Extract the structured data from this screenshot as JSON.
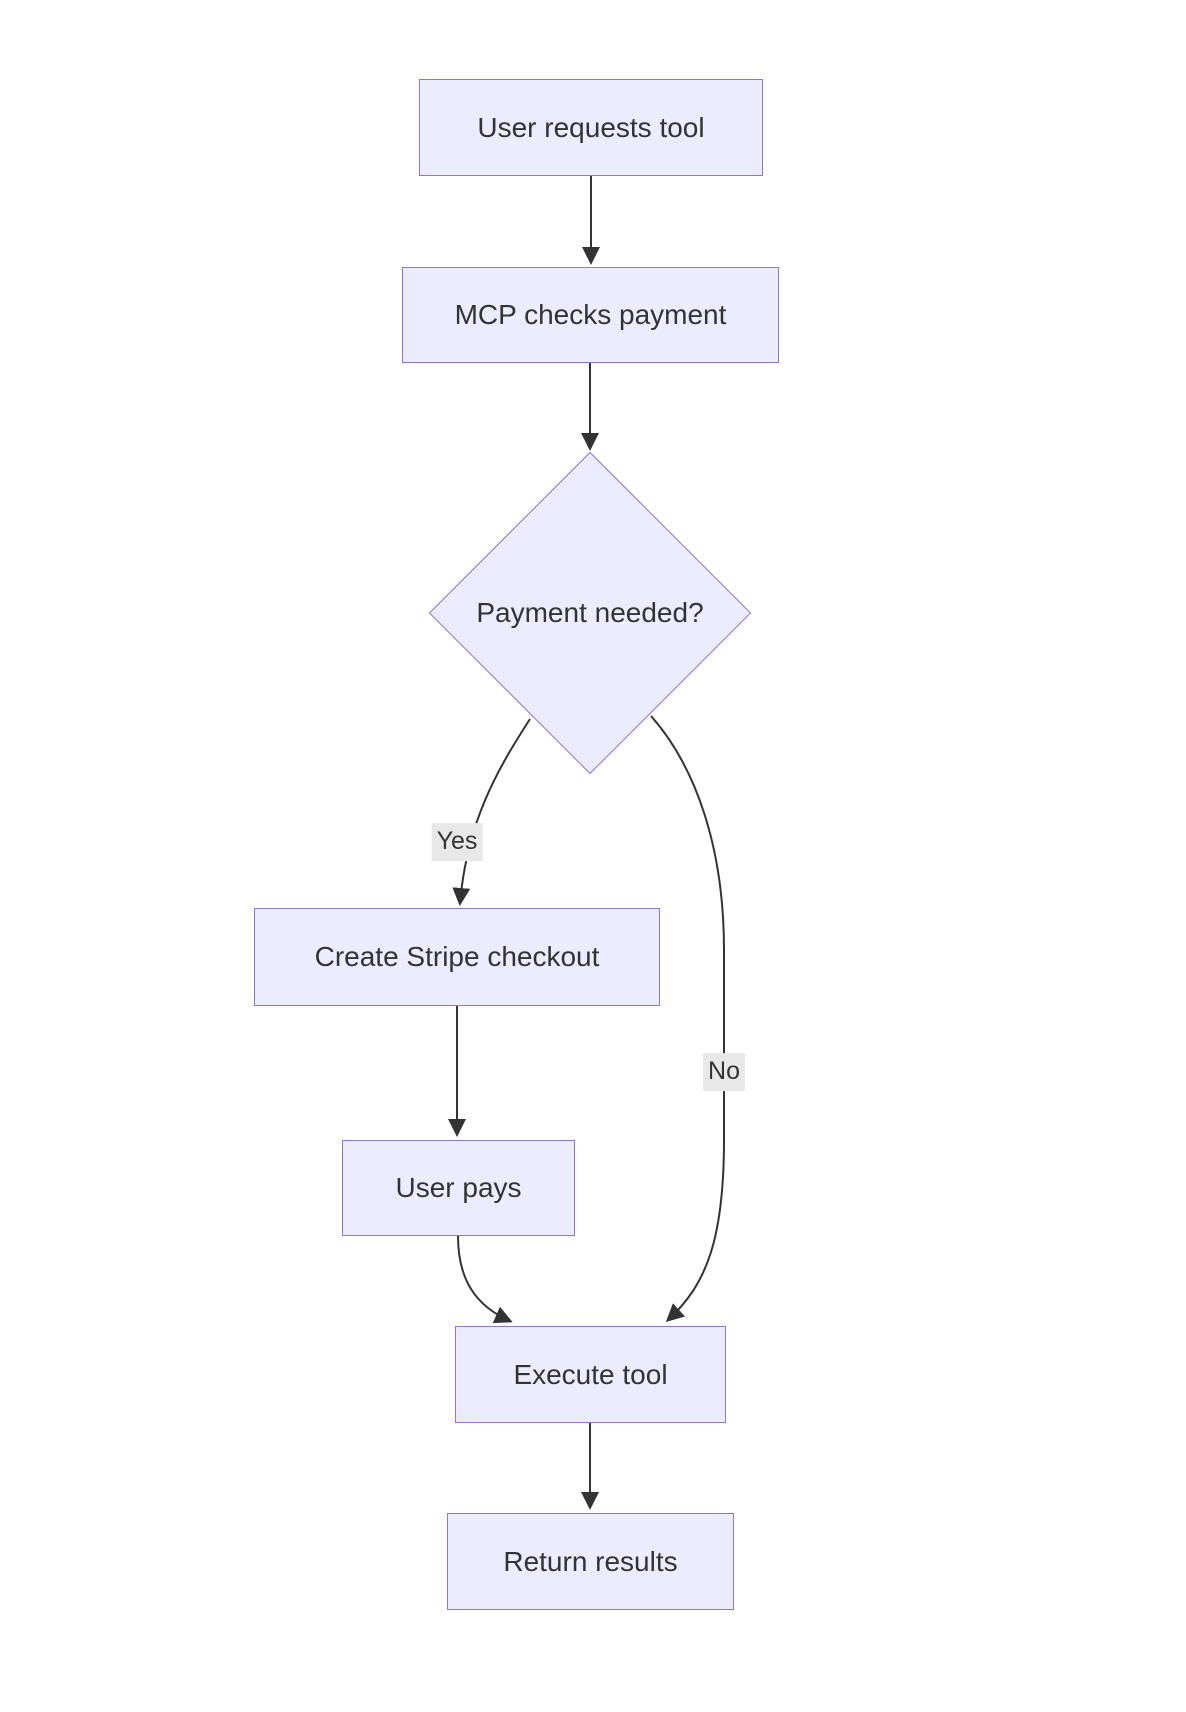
{
  "diagram": {
    "type": "flowchart",
    "direction": "top-down",
    "nodes": {
      "user_requests": {
        "label": "User requests tool",
        "shape": "rect"
      },
      "mcp_checks": {
        "label": "MCP checks payment",
        "shape": "rect"
      },
      "payment_needed": {
        "label": "Payment needed?",
        "shape": "diamond"
      },
      "create_checkout": {
        "label": "Create Stripe checkout",
        "shape": "rect"
      },
      "user_pays": {
        "label": "User pays",
        "shape": "rect"
      },
      "execute_tool": {
        "label": "Execute tool",
        "shape": "rect"
      },
      "return_results": {
        "label": "Return results",
        "shape": "rect"
      }
    },
    "edges": [
      {
        "from": "user_requests",
        "to": "mcp_checks",
        "label": ""
      },
      {
        "from": "mcp_checks",
        "to": "payment_needed",
        "label": ""
      },
      {
        "from": "payment_needed",
        "to": "create_checkout",
        "label": "Yes"
      },
      {
        "from": "payment_needed",
        "to": "execute_tool",
        "label": "No"
      },
      {
        "from": "create_checkout",
        "to": "user_pays",
        "label": ""
      },
      {
        "from": "user_pays",
        "to": "execute_tool",
        "label": ""
      },
      {
        "from": "execute_tool",
        "to": "return_results",
        "label": ""
      }
    ],
    "colors": {
      "node_fill": "#ECECFF",
      "node_border": "#9370DB",
      "edge_line": "#333333",
      "text_color": "#333333",
      "edge_label_bg": "#e8e8e8",
      "background": "#ffffff"
    }
  }
}
